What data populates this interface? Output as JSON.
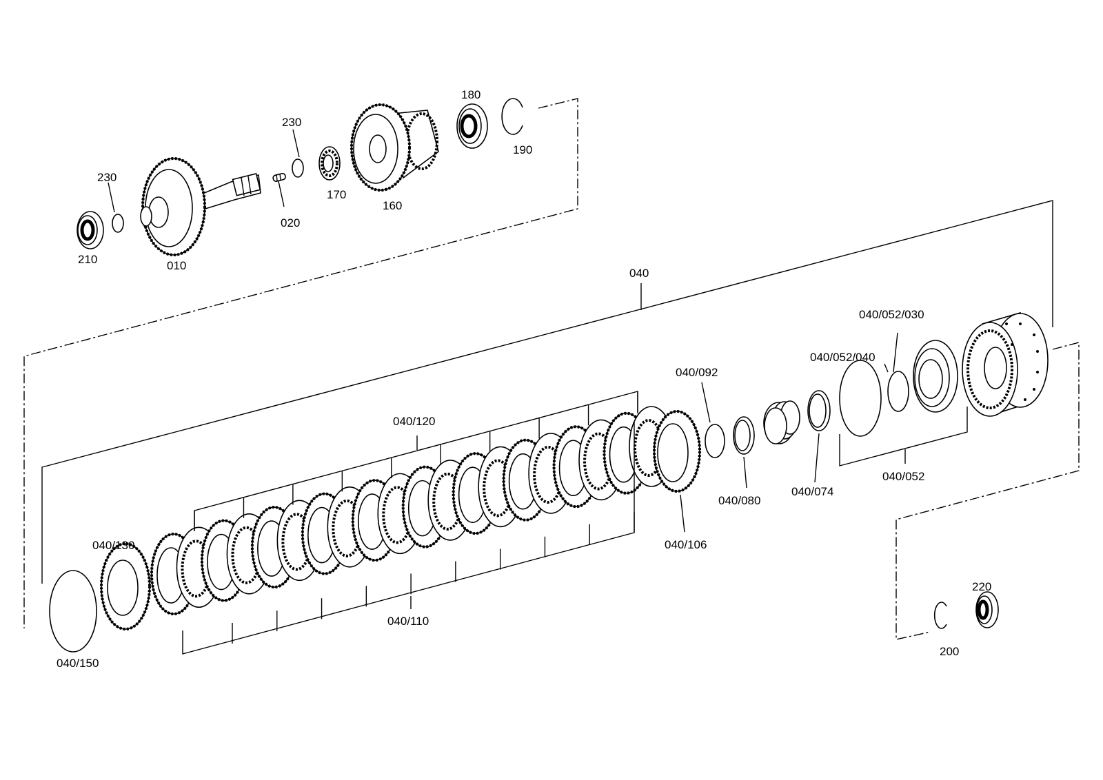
{
  "diagram": {
    "labels": {
      "p010": "010",
      "p020": "020",
      "p160": "160",
      "p170": "170",
      "p180": "180",
      "p190": "190",
      "p200": "200",
      "p210": "210",
      "p220": "220",
      "p230a": "230",
      "p230b": "230",
      "p040": "040",
      "p040_052_030": "040/052/030",
      "p040_052_040": "040/052/040",
      "p040_092": "040/092",
      "p040_120": "040/120",
      "p040_130": "040/130",
      "p040_080": "040/080",
      "p040_074": "040/074",
      "p040_052": "040/052",
      "p040_106": "040/106",
      "p040_110": "040/110",
      "p040_150": "040/150"
    }
  }
}
